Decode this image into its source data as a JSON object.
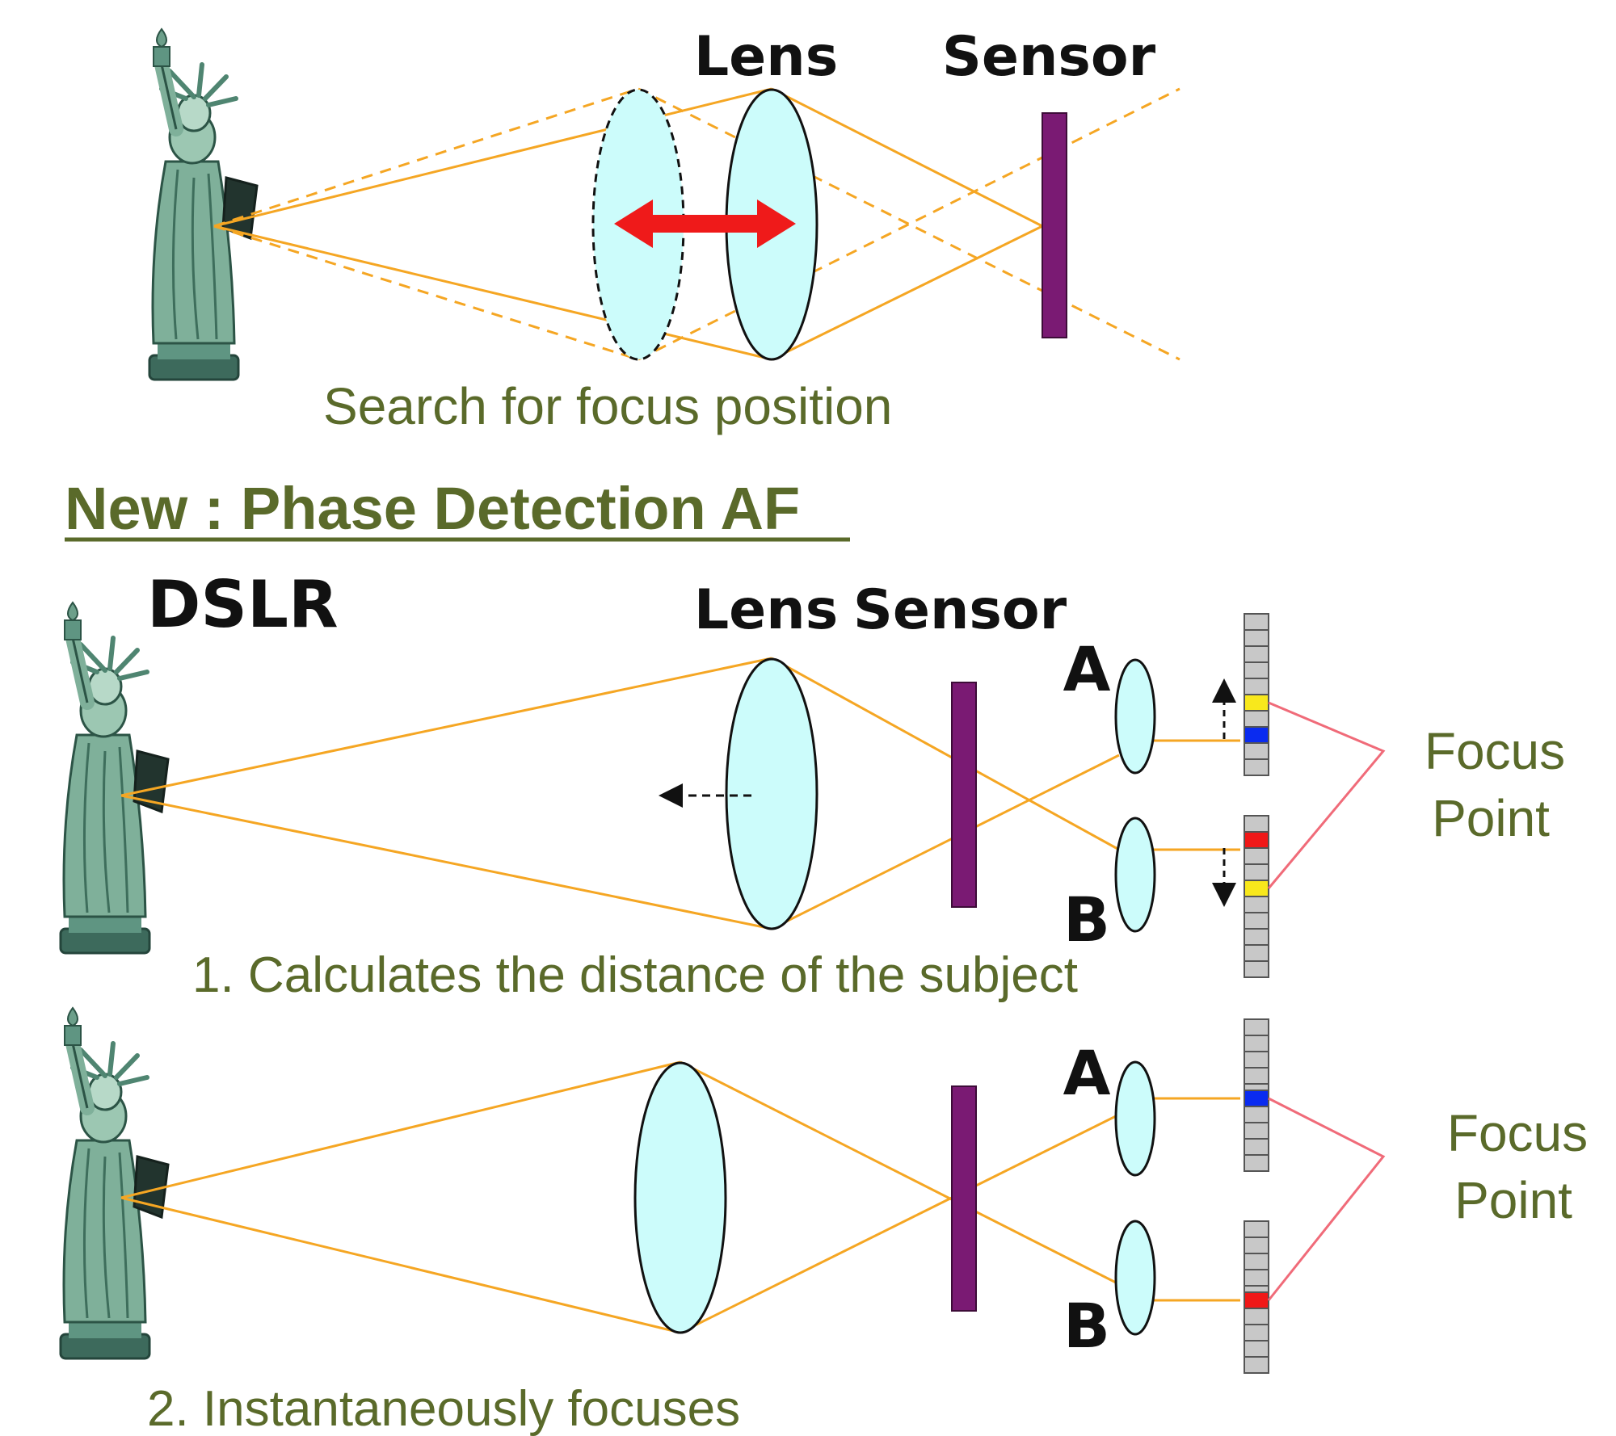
{
  "colors": {
    "ray": "#f5a623",
    "lens_fill": "#ccfcfb",
    "sensor": "#7a1a73",
    "arrow": "#ef1a1a",
    "olive_text": "#5a6a2a",
    "focus_line": "#f06b79",
    "pixel_yellow": "#f8e81c",
    "pixel_blue": "#0a2bf0",
    "pixel_red": "#f01818",
    "pixel_gray": "#c8c8c8"
  },
  "icons": [
    "statue-of-liberty-icon"
  ],
  "top": {
    "lens_label": "Lens",
    "sensor_label": "Sensor",
    "caption": "Search for focus position"
  },
  "heading": "New : Phase Detection AF",
  "middle": {
    "camera_label": "DSLR",
    "lens_label": "Lens",
    "sensor_label": "Sensor",
    "af_lens_a": "A",
    "af_lens_b": "B",
    "focus_label_line1": "Focus",
    "focus_label_line2": "Point",
    "caption": "1. Calculates the distance of the subject"
  },
  "bottom": {
    "af_lens_a": "A",
    "af_lens_b": "B",
    "focus_label_line1": "Focus",
    "focus_label_line2": "Point",
    "caption": "2.  Instantaneously focuses"
  }
}
